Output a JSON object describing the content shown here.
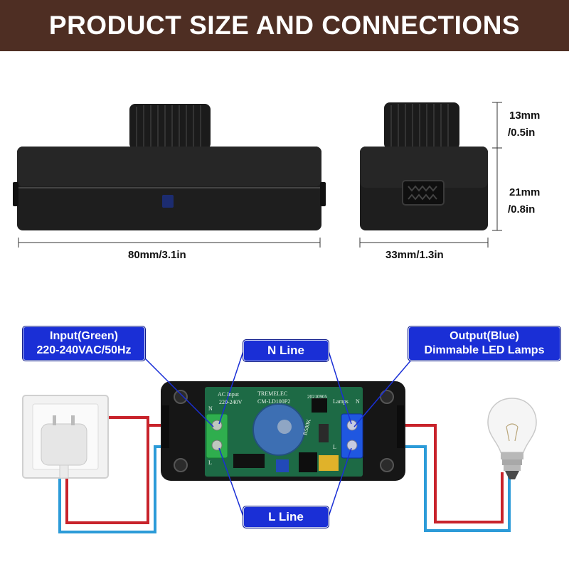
{
  "header": {
    "title": "PRODUCT SIZE AND CONNECTIONS"
  },
  "dimensions": {
    "length": "80mm/3.1in",
    "width": "33mm/1.3in",
    "knob_height_mm": "13mm",
    "knob_height_in": "/0.5in",
    "body_height_mm": "21mm",
    "body_height_in": "/0.8in"
  },
  "callouts": {
    "input_line1": "Input(Green)",
    "input_line2": "220-240VAC/50Hz",
    "output_line1": "Output(Blue)",
    "output_line2": "Dimmable LED Lamps",
    "n_line": "N Line",
    "l_line": "L Line"
  },
  "pcb": {
    "ac_input": "AC Input",
    "voltage": "220-240V",
    "brand": "TREMELEC",
    "model": "CM-LD100P2",
    "date": "20210905",
    "lamps": "Lamps",
    "n_left": "N",
    "l_left": "L",
    "n_right": "N",
    "l_right": "L",
    "pot": "B500K"
  },
  "colors": {
    "header_bg": "#4e2e23",
    "callout_bg": "#1a2fd6",
    "wire_red": "#c8232b",
    "wire_blue": "#2c9bd8",
    "pcb_green": "#1d6a45",
    "terminal_green": "#2fae4e",
    "terminal_blue": "#1f57e0"
  }
}
